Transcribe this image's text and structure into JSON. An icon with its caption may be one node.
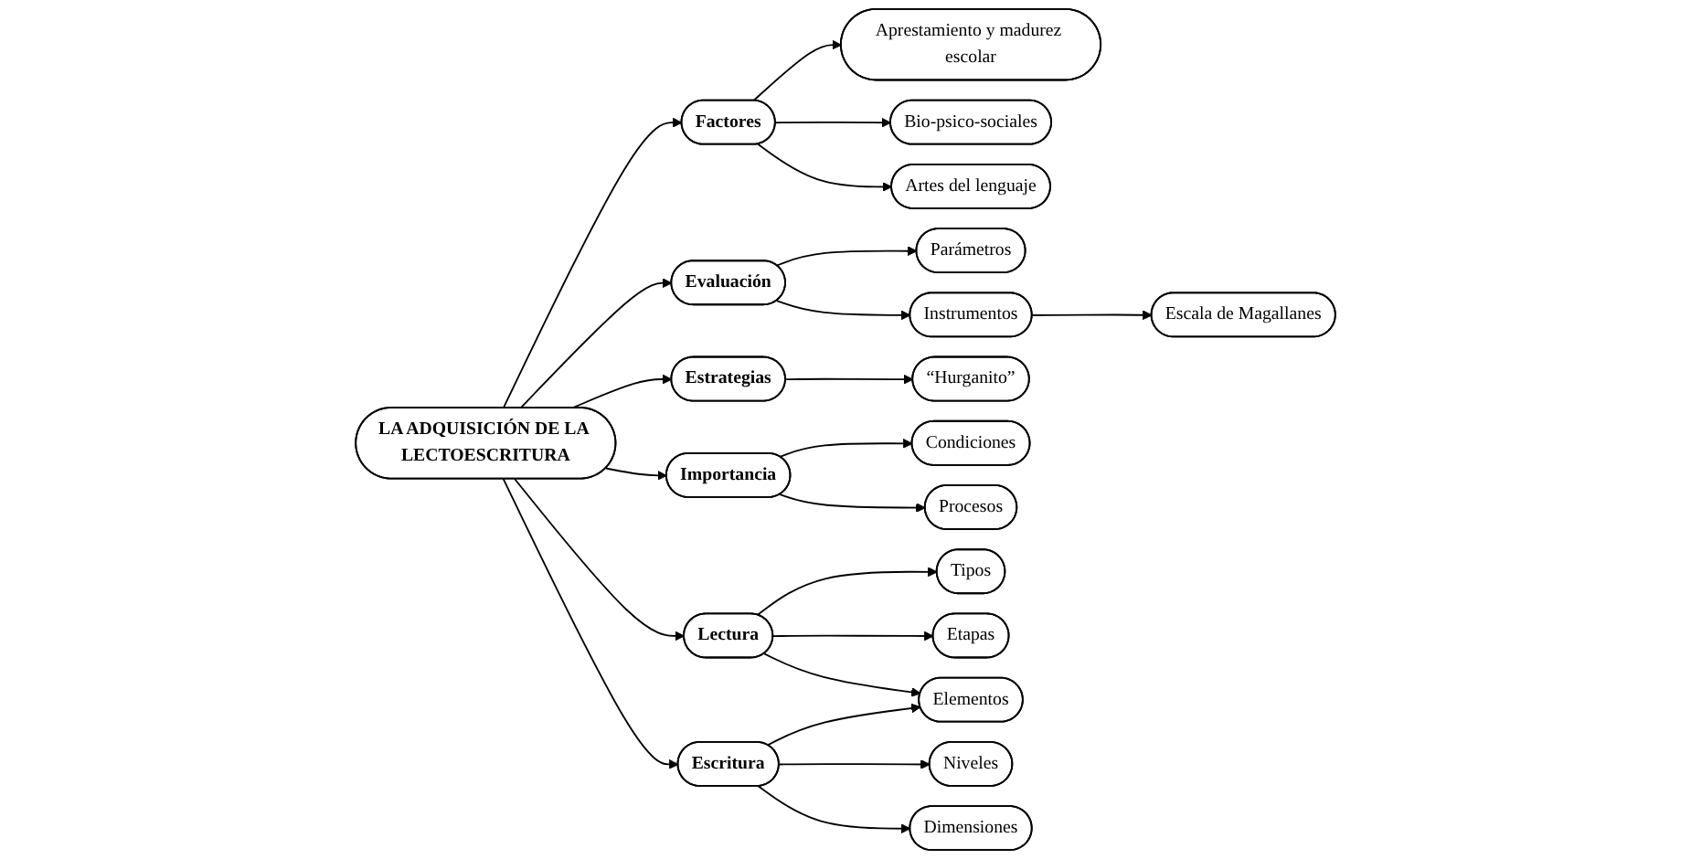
{
  "diagram": {
    "nodes": [
      {
        "text": [
          "LA ADQUISICIÓN DE LA LECTOESCRITURA"
        ]
      },
      {
        "text": [
          "Factores"
        ]
      },
      {
        "text": [
          "Aprestamiento y madurez escolar"
        ]
      },
      {
        "text": [
          "Bio-psico-sociales"
        ]
      },
      {
        "text": [
          "Artes del lenguaje"
        ]
      },
      {
        "text": [
          "Evaluación"
        ]
      },
      {
        "text": [
          "Parámetros"
        ]
      },
      {
        "text": [
          "Instrumentos"
        ]
      },
      {
        "text": [
          "Escala de Magallanes"
        ]
      },
      {
        "text": [
          "Estrategias"
        ]
      },
      {
        "text": [
          "“Hurganito”"
        ]
      },
      {
        "text": [
          "Importancia"
        ]
      },
      {
        "text": [
          "Condiciones"
        ]
      },
      {
        "text": [
          "Procesos"
        ]
      },
      {
        "text": [
          "Lectura"
        ]
      },
      {
        "text": [
          "Tipos"
        ]
      },
      {
        "text": [
          "Etapas"
        ]
      },
      {
        "text": [
          "Elementos"
        ]
      },
      {
        "text": [
          "Escritura"
        ]
      },
      {
        "text": [
          "Niveles"
        ]
      },
      {
        "text": [
          "Dimensiones"
        ]
      }
    ],
    "edges": [
      {
        "from": 0,
        "to": 1,
        "arrow": "to"
      },
      {
        "from": 1,
        "to": 2,
        "arrow": "to"
      },
      {
        "from": 1,
        "to": 3,
        "arrow": "to"
      },
      {
        "from": 1,
        "to": 4,
        "arrow": "to"
      },
      {
        "from": 0,
        "to": 5,
        "arrow": "to"
      },
      {
        "from": 5,
        "to": 6,
        "arrow": "to"
      },
      {
        "from": 5,
        "to": 7,
        "arrow": "to"
      },
      {
        "from": 7,
        "to": 8,
        "arrow": "to"
      },
      {
        "from": 0,
        "to": 9,
        "arrow": "to"
      },
      {
        "from": 9,
        "to": 10,
        "arrow": "to"
      },
      {
        "from": 0,
        "to": 11,
        "arrow": "to"
      },
      {
        "from": 11,
        "to": 12,
        "arrow": "to"
      },
      {
        "from": 11,
        "to": 13,
        "arrow": "to"
      },
      {
        "from": 0,
        "to": 14,
        "arrow": "to"
      },
      {
        "from": 14,
        "to": 15,
        "arrow": "to"
      },
      {
        "from": 14,
        "to": 16,
        "arrow": "to"
      },
      {
        "from": 14,
        "to": 17,
        "arrow": "to"
      },
      {
        "from": 0,
        "to": 18,
        "arrow": "to"
      },
      {
        "from": 18,
        "to": 17,
        "arrow": "to"
      },
      {
        "from": 18,
        "to": 19,
        "arrow": "to"
      },
      {
        "from": 18,
        "to": 20,
        "arrow": "to"
      }
    ]
  }
}
